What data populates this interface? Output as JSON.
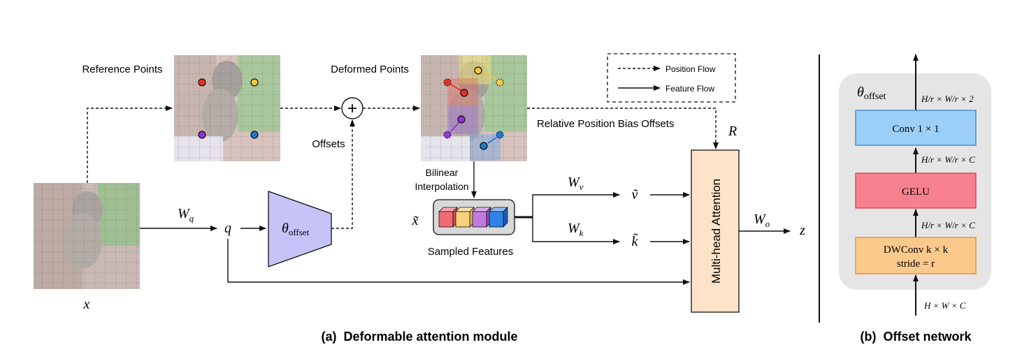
{
  "panel_a": {
    "caption": "(a)  Deformable attention module",
    "reference_points_label": "Reference Points",
    "deformed_points_label": "Deformed Points",
    "offsets_label": "Offsets",
    "relative_position_label": "Relative Position Bias Offsets",
    "bilinear_label_line1": "Bilinear",
    "bilinear_label_line2": "Interpolation",
    "sampled_features_label": "Sampled Features",
    "plus_symbol": "+",
    "legend": {
      "position_flow": "Position Flow",
      "feature_flow": "Feature Flow"
    },
    "math": {
      "x": "x",
      "x_tilde": "x̃",
      "Wq": "W",
      "Wq_sub": "q",
      "q": "q",
      "theta": "θ",
      "theta_sub": "offset",
      "Wv": "W",
      "Wv_sub": "v",
      "Wk": "W",
      "Wk_sub": "k",
      "v_tilde": "ṽ",
      "k_tilde": "k̃",
      "R": "R",
      "Wo": "W",
      "Wo_sub": "o",
      "z": "z"
    },
    "attention_label": "Multi-head Attention",
    "point_colors": {
      "red": "#e8302a",
      "yellow": "#f5c842",
      "purple": "#8e35d6",
      "blue": "#1f78d1"
    },
    "cube_colors": [
      "#f26b73",
      "#f7d27a",
      "#c27ae0",
      "#2e84e6"
    ]
  },
  "panel_b": {
    "caption": "(b)  Offset network",
    "theta": "θ",
    "theta_sub": "offset",
    "blocks": {
      "conv": "Conv 1 × 1",
      "gelu": "GELU",
      "dwconv_line1": "DWConv k × k",
      "dwconv_line2": "stride = r"
    },
    "dims": {
      "top": "H/r × W/r × 2",
      "mid1": "H/r × W/r × C",
      "mid2": "H/r × W/r × C",
      "bottom": "H × W × C"
    },
    "colors": {
      "conv": "#9ccff7",
      "gelu": "#f7808e",
      "dwconv": "#fbc98c",
      "attention": "#fde3c8",
      "theta_trapezoid": "#c5c3f7"
    }
  }
}
